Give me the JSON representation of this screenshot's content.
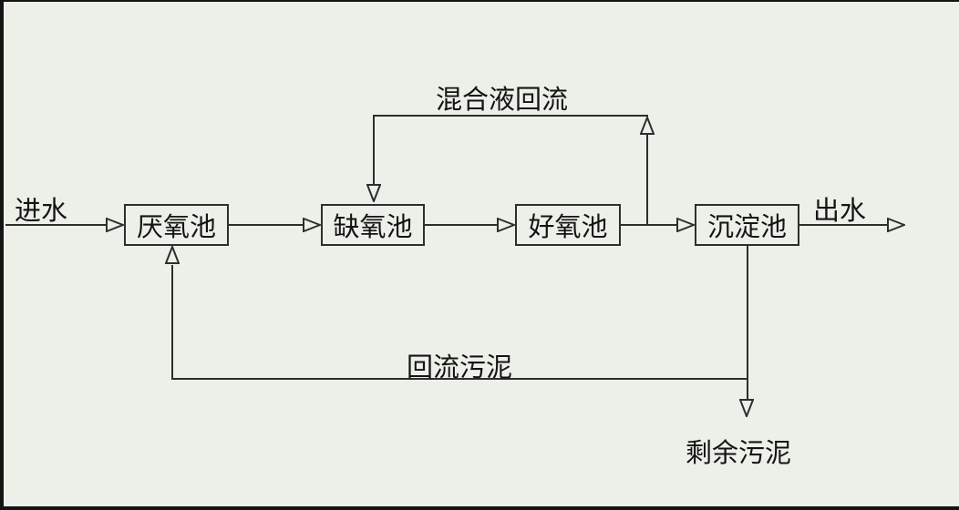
{
  "diagram": {
    "type": "flowchart",
    "subject": "wastewater-treatment-process",
    "background_color": "#edf0e9",
    "line_color": "#2e2e2e",
    "labels": {
      "influent": "进水",
      "effluent": "出水",
      "mixed_liquor_recycle": "混合液回流",
      "return_sludge": "回流污泥",
      "excess_sludge": "剩余污泥"
    },
    "tanks": [
      {
        "id": "anaerobic-tank",
        "label": "厌氧池"
      },
      {
        "id": "anoxic-tank",
        "label": "缺氧池"
      },
      {
        "id": "aerobic-tank",
        "label": "好氧池"
      },
      {
        "id": "sedimentation-tank",
        "label": "沉淀池"
      }
    ]
  }
}
